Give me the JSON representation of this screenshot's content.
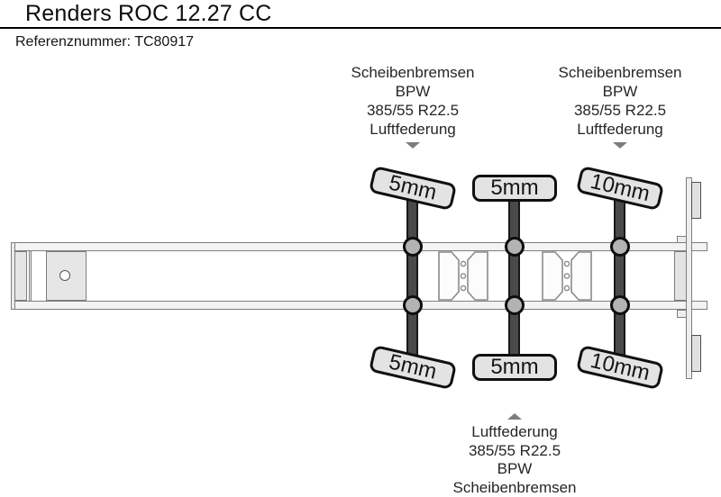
{
  "header": {
    "title": "Renders ROC 12.27 CC",
    "reference_label": "Referenznummer: TC80917"
  },
  "annotations": {
    "front_axle_spec": {
      "arrow": "down",
      "lines": [
        "Scheibenbremsen",
        "BPW",
        "385/55 R22.5",
        "Luftfederung"
      ]
    },
    "rear_axle_spec": {
      "arrow": "down",
      "lines": [
        "Scheibenbremsen",
        "BPW",
        "385/55 R22.5",
        "Luftfederung"
      ]
    },
    "middle_axle_spec": {
      "arrow": "up",
      "lines": [
        "Luftfederung",
        "385/55 R22.5",
        "BPW",
        "Scheibenbremsen"
      ]
    }
  },
  "diagram": {
    "type": "semi-trailer-chassis-top-view",
    "axle_count": 3,
    "axles": [
      {
        "position": "front",
        "top_tire_tread": "5mm",
        "bottom_tire_tread": "5mm",
        "tires_tilted": true
      },
      {
        "position": "middle",
        "top_tire_tread": "5mm",
        "bottom_tire_tread": "5mm",
        "tires_tilted": false
      },
      {
        "position": "rear",
        "top_tire_tread": "10mm",
        "bottom_tire_tread": "10mm",
        "tires_tilted": true
      }
    ]
  },
  "colors": {
    "outline": "#7e7e7e",
    "panel_fill": "#e6e6e6",
    "rail_fill": "#f3f3f3",
    "tire_fill": "#e3e3e3",
    "axle_fill": "#4a4a4a",
    "hub_fill": "#b3b3b3",
    "arrow": "#7d7d7d"
  }
}
